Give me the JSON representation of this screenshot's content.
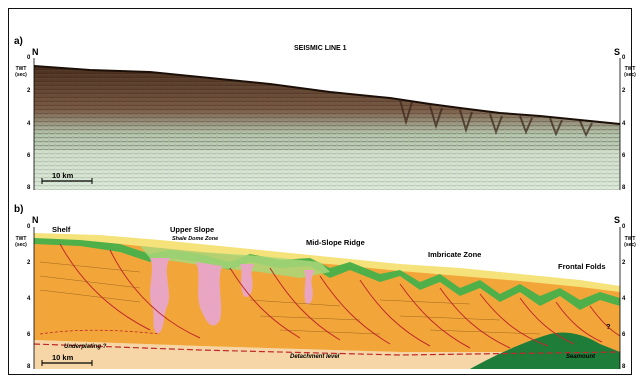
{
  "panel_a": {
    "letter": "a)",
    "title": "SEISMIC LINE 1",
    "north": "N",
    "south": "S",
    "axis_left": "TWT (sec)",
    "axis_right": "TWT (sec)",
    "ticks": [
      "0",
      "2",
      "4",
      "6",
      "8"
    ],
    "scale_bar": "10 km"
  },
  "panel_b": {
    "letter": "b)",
    "north": "N",
    "south": "S",
    "axis_left": "TWT (sec)",
    "axis_right": "TWT (sec)",
    "ticks": [
      "0",
      "2",
      "4",
      "6",
      "8"
    ],
    "scale_bar": "10 km",
    "labels": {
      "shelf": "Shelf",
      "upper_slope": "Upper Slope",
      "shale_dome_zone": "Shale Dome Zone",
      "mid_slope_ridge": "Mid-Slope Ridge",
      "imbricate_zone": "Imbricate Zone",
      "frontal_folds": "Frontal Folds",
      "underplating": "Underplating ?",
      "detachment_level": "Detachment level",
      "seamount": "Seamount",
      "query": "?"
    }
  },
  "colors": {
    "seismic_dark": "#3a2417",
    "seismic_mid": "#8a6a52",
    "seismic_light": "#bcd4bc",
    "accretion_orange": "#f2a63a",
    "slope_yellow": "#f5e27a",
    "green_layer": "#4fb049",
    "light_green": "#a9d77a",
    "shale_pink": "#e9a6c2",
    "basement_tan": "#f6d6a6",
    "seamount_green": "#1f7d3a",
    "fault_red": "#c0282a"
  }
}
